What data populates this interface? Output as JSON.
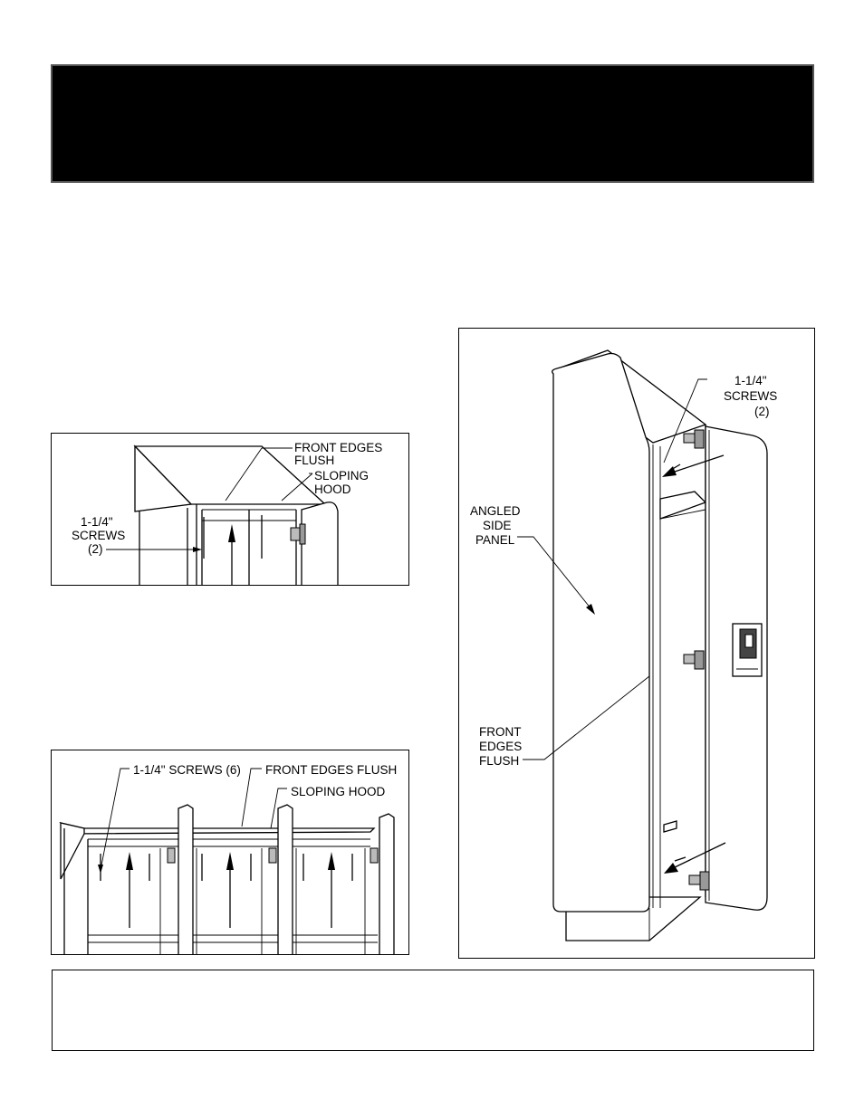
{
  "figure_a": {
    "labels": {
      "front_edges": "FRONT EDGES",
      "flush": "FLUSH",
      "sloping": "SLOPING",
      "hood": "HOOD",
      "screws_size": "1-1/4\"",
      "screws": "SCREWS",
      "screws_count": "(2)"
    }
  },
  "figure_b": {
    "labels": {
      "screws": "1-1/4\" SCREWS (6)",
      "front_edges_flush": "FRONT EDGES FLUSH",
      "sloping_hood": "SLOPING HOOD"
    }
  },
  "figure_c": {
    "labels": {
      "screws_size": "1-1/4\"",
      "screws": "SCREWS",
      "screws_count": "(2)",
      "angled": "ANGLED",
      "side": "SIDE",
      "panel": "PANEL",
      "front": "FRONT",
      "edges": "EDGES",
      "flush": "FLUSH"
    }
  }
}
